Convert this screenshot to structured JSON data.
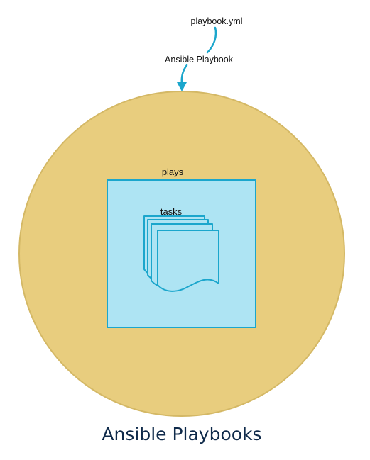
{
  "labels": {
    "file": "playbook.yml",
    "playbook": "Ansible Playbook",
    "plays": "plays",
    "tasks": "tasks",
    "title": "Ansible Playbooks"
  },
  "colors": {
    "circle_fill": "#e8cd7e",
    "circle_stroke": "#d4b865",
    "box_fill": "#aee4f3",
    "box_stroke": "#1ba6cc",
    "arrow": "#1ba6cc",
    "title_text": "#0f2a4a"
  }
}
